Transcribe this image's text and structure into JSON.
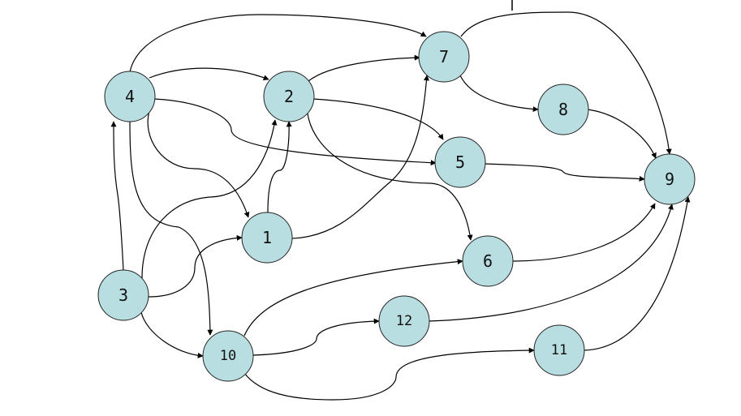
{
  "graph": {
    "node_fill": "#b9dee2",
    "edge_color": "#000000",
    "nodes": [
      {
        "id": "1",
        "label": "1"
      },
      {
        "id": "2",
        "label": "2"
      },
      {
        "id": "3",
        "label": "3"
      },
      {
        "id": "4",
        "label": "4"
      },
      {
        "id": "5",
        "label": "5"
      },
      {
        "id": "6",
        "label": "6"
      },
      {
        "id": "7",
        "label": "7"
      },
      {
        "id": "8",
        "label": "8"
      },
      {
        "id": "9",
        "label": "9"
      },
      {
        "id": "10",
        "label": "10"
      },
      {
        "id": "11",
        "label": "11"
      },
      {
        "id": "12",
        "label": "12"
      }
    ],
    "edges": [
      {
        "from": "4",
        "to": "7"
      },
      {
        "from": "4",
        "to": "2"
      },
      {
        "from": "4",
        "to": "5"
      },
      {
        "from": "4",
        "to": "1"
      },
      {
        "from": "4",
        "to": "10"
      },
      {
        "from": "2",
        "to": "7"
      },
      {
        "from": "2",
        "to": "5"
      },
      {
        "from": "2",
        "to": "6"
      },
      {
        "from": "7",
        "to": "8"
      },
      {
        "from": "7",
        "to": "9"
      },
      {
        "from": "8",
        "to": "9"
      },
      {
        "from": "5",
        "to": "9"
      },
      {
        "from": "6",
        "to": "9"
      },
      {
        "from": "12",
        "to": "9"
      },
      {
        "from": "11",
        "to": "9"
      },
      {
        "from": "1",
        "to": "2"
      },
      {
        "from": "1",
        "to": "7"
      },
      {
        "from": "3",
        "to": "4"
      },
      {
        "from": "3",
        "to": "2"
      },
      {
        "from": "3",
        "to": "1"
      },
      {
        "from": "3",
        "to": "10"
      },
      {
        "from": "10",
        "to": "6"
      },
      {
        "from": "10",
        "to": "12"
      },
      {
        "from": "10",
        "to": "11"
      }
    ]
  }
}
